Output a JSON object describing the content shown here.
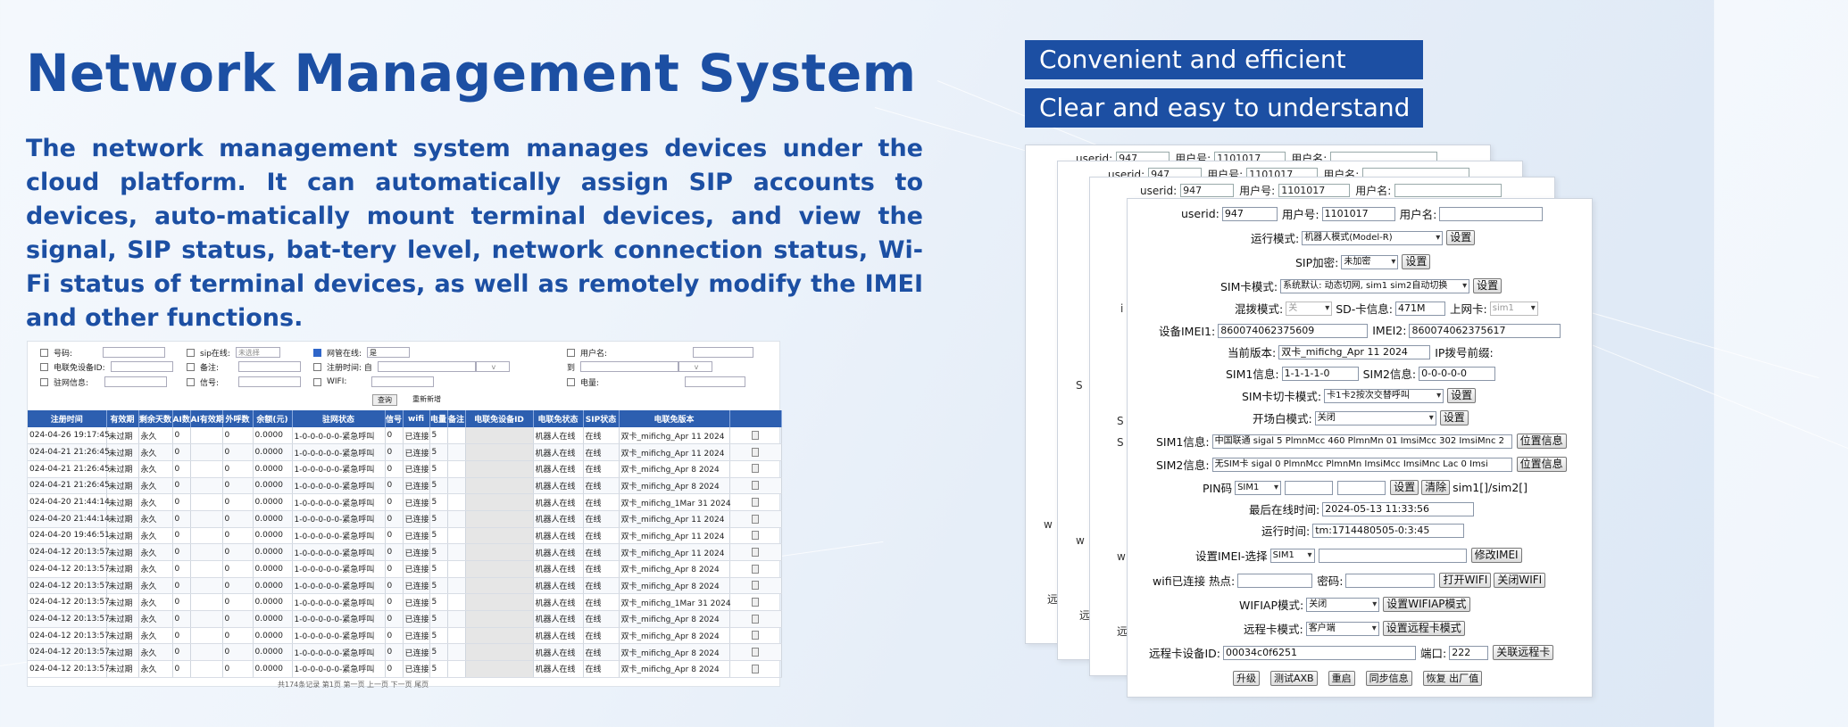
{
  "page": {
    "title": "Network Management System",
    "description": "The network management system manages devices under the cloud platform. It can automatically assign SIP accounts to devices, auto-matically mount terminal devices, and view the signal, SIP status, bat-tery level, network connection status, Wi-Fi status of terminal devices, as well as remotely modify the IMEI and other functions.",
    "tags": [
      "Convenient and efficient",
      "Clear and easy to understand"
    ]
  },
  "colors": {
    "primary": "#1c4fa3",
    "table_header": "#2d5fb0"
  },
  "admin_panel": {
    "filters": {
      "number": "号码:",
      "sip_online": "sip在线:",
      "sip_online_value": "未选择",
      "gateway_online": "网管在线:",
      "gateway_online_value": "是",
      "username": "用户名:",
      "device_id": "电联免设备ID:",
      "remark": "备注:",
      "register_time": "注册时间: 自",
      "to": "到",
      "network_info": "驻网信息:",
      "signal": "信号:",
      "wifi": "WIFI:",
      "battery": "电量:",
      "query": "查询",
      "reset": "重新新增"
    },
    "columns": [
      "注册时间",
      "有效期",
      "剩余天数",
      "AI数",
      "AI有效期",
      "外呼数",
      "余额(元)",
      "驻网状态",
      "信号",
      "wifi",
      "电量",
      "备注",
      "电联免设备ID",
      "电联免状态",
      "SIP状态",
      "电联免版本",
      ""
    ],
    "rows": [
      [
        "024-04-26 19:17:45",
        "未过期",
        "永久",
        "0",
        "",
        "0",
        "0.0000",
        "1-0-0-0-0-0-紧急呼叫",
        "0",
        "已连接",
        "5",
        "",
        "",
        "机器人在线",
        "在线",
        "双卡_mifichg_Apr 11 2024"
      ],
      [
        "024-04-21 21:26:45",
        "未过期",
        "永久",
        "0",
        "",
        "0",
        "0.0000",
        "1-0-0-0-0-0-紧急呼叫",
        "0",
        "已连接",
        "5",
        "",
        "",
        "机器人在线",
        "在线",
        "双卡_mifichg_Apr 11 2024"
      ],
      [
        "024-04-21 21:26:45",
        "未过期",
        "永久",
        "0",
        "",
        "0",
        "0.0000",
        "1-0-0-0-0-0-紧急呼叫",
        "0",
        "已连接",
        "5",
        "",
        "",
        "机器人在线",
        "在线",
        "双卡_mifichg_Apr 8 2024"
      ],
      [
        "024-04-21 21:26:45",
        "未过期",
        "永久",
        "0",
        "",
        "0",
        "0.0000",
        "1-0-0-0-0-0-紧急呼叫",
        "0",
        "已连接",
        "5",
        "",
        "",
        "机器人在线",
        "在线",
        "双卡_mifichg_Apr 8 2024"
      ],
      [
        "024-04-20 21:44:14",
        "未过期",
        "永久",
        "0",
        "",
        "0",
        "0.0000",
        "1-0-0-0-0-0-紧急呼叫",
        "0",
        "已连接",
        "5",
        "",
        "",
        "机器人在线",
        "在线",
        "双卡_mifichg_1Mar 31 2024"
      ],
      [
        "024-04-20 21:44:14",
        "未过期",
        "永久",
        "0",
        "",
        "0",
        "0.0000",
        "1-0-0-0-0-0-紧急呼叫",
        "0",
        "已连接",
        "5",
        "",
        "",
        "机器人在线",
        "在线",
        "双卡_mifichg_Apr 11 2024"
      ],
      [
        "024-04-20 19:46:51",
        "未过期",
        "永久",
        "0",
        "",
        "0",
        "0.0000",
        "1-0-0-0-0-0-紧急呼叫",
        "0",
        "已连接",
        "5",
        "",
        "",
        "机器人在线",
        "在线",
        "双卡_mifichg_Apr 11 2024"
      ],
      [
        "024-04-12 20:13:57",
        "未过期",
        "永久",
        "0",
        "",
        "0",
        "0.0000",
        "1-0-0-0-0-0-紧急呼叫",
        "0",
        "已连接",
        "5",
        "",
        "",
        "机器人在线",
        "在线",
        "双卡_mifichg_Apr 11 2024"
      ],
      [
        "024-04-12 20:13:57",
        "未过期",
        "永久",
        "0",
        "",
        "0",
        "0.0000",
        "1-0-0-0-0-0-紧急呼叫",
        "0",
        "已连接",
        "5",
        "",
        "",
        "机器人在线",
        "在线",
        "双卡_mifichg_Apr 8 2024"
      ],
      [
        "024-04-12 20:13:57",
        "未过期",
        "永久",
        "0",
        "",
        "0",
        "0.0000",
        "1-0-0-0-0-0-紧急呼叫",
        "0",
        "已连接",
        "5",
        "",
        "",
        "机器人在线",
        "在线",
        "双卡_mifichg_Apr 8 2024"
      ],
      [
        "024-04-12 20:13:57",
        "未过期",
        "永久",
        "0",
        "",
        "0",
        "0.0000",
        "1-0-0-0-0-0-紧急呼叫",
        "0",
        "已连接",
        "5",
        "",
        "",
        "机器人在线",
        "在线",
        "双卡_mifichg_1Mar 31 2024"
      ],
      [
        "024-04-12 20:13:57",
        "未过期",
        "永久",
        "0",
        "",
        "0",
        "0.0000",
        "1-0-0-0-0-0-紧急呼叫",
        "0",
        "已连接",
        "5",
        "",
        "",
        "机器人在线",
        "在线",
        "双卡_mifichg_Apr 8 2024"
      ],
      [
        "024-04-12 20:13:57",
        "未过期",
        "永久",
        "0",
        "",
        "0",
        "0.0000",
        "1-0-0-0-0-0-紧急呼叫",
        "0",
        "已连接",
        "5",
        "",
        "",
        "机器人在线",
        "在线",
        "双卡_mifichg_Apr 8 2024"
      ],
      [
        "024-04-12 20:13:57",
        "未过期",
        "永久",
        "0",
        "",
        "0",
        "0.0000",
        "1-0-0-0-0-0-紧急呼叫",
        "0",
        "已连接",
        "5",
        "",
        "",
        "机器人在线",
        "在线",
        "双卡_mifichg_Apr 8 2024"
      ],
      [
        "024-04-12 20:13:57",
        "未过期",
        "永久",
        "0",
        "",
        "0",
        "0.0000",
        "1-0-0-0-0-0-紧急呼叫",
        "0",
        "已连接",
        "5",
        "",
        "",
        "机器人在线",
        "在线",
        "双卡_mifichg_Apr 8 2024"
      ]
    ],
    "pager": "共174条记录 第1页 第一页 上一页 下一页 尾页"
  },
  "device_form": {
    "userid_label": "userid:",
    "userid": "947",
    "account_label": "用户号:",
    "account": "1101017",
    "username_label": "用户名:",
    "username": "",
    "run_mode_label": "运行模式:",
    "run_mode": "机器人模式(Model-R)",
    "sip_encrypt_label": "SIP加密:",
    "sip_encrypt": "未加密",
    "sim_mode_label": "SIM卡模式:",
    "sim_mode": "系统默认: 动态切网, sim1 sim2自动切换",
    "dial_mode_label": "混拨模式:",
    "dial_mode": "关",
    "sd_label": "SD-卡信息:",
    "sd": "471M",
    "net_card_label": "上网卡:",
    "net_card": "sim1",
    "imei1_label": "设备IMEI1:",
    "imei1": "860074062375609",
    "imei2_label": "IMEI2:",
    "imei2": "860074062375617",
    "version_label": "当前版本:",
    "version": "双卡_mifichg_Apr 11 2024",
    "ip_prefix_label": "IP拨号前缀:",
    "sim1_info_label": "SIM1信息:",
    "sim1_info": "1-1-1-1-0",
    "sim2_info_label": "SIM2信息:",
    "sim2_info": "0-0-0-0-0",
    "sim_switch_label": "SIM卡切卡模式:",
    "sim_switch": "卡1卡2按次交替呼叫",
    "whitelist_label": "开场白模式:",
    "whitelist": "关闭",
    "sim1_detail_label": "SIM1信息:",
    "sim1_detail": "中国联通 sigal 5 PlmnMcc 460 PlmnMn 01 ImsiMcc 302 ImsiMnc 2",
    "sim2_detail_label": "SIM2信息:",
    "sim2_detail": "无SIM卡 sigal 0 PlmnMcc  PlmnMn  ImsiMcc  ImsiMnc  Lac 0 Imsi",
    "location_btn": "位置信息",
    "pin_label": "PIN码",
    "pin_sim": "SIM1",
    "clear_btn": "清除",
    "pin_suffix": "sim1[]/sim2[]",
    "last_online_label": "最后在线时间:",
    "last_online": "2024-05-13 11:33:56",
    "run_time_label": "运行时间:",
    "run_time": "tm:1714480505-0:3:45",
    "set_imei_label": "设置IMEI-选择",
    "set_imei_sim": "SIM1",
    "modify_imei_btn": "修改IMEI",
    "wifi_label": "wifi已连接  热点:",
    "password_label": "密码:",
    "open_wifi_btn": "打开WIFI",
    "close_wifi_btn": "关闭WIFI",
    "wifiap_label": "WIFIAP模式:",
    "wifiap": "关闭",
    "wifiap_btn": "设置WIFIAP模式",
    "remote_mode_label": "远程卡模式:",
    "remote_mode": "客户端",
    "remote_mode_btn": "设置远程卡模式",
    "remote_id_label": "远程卡设备ID:",
    "remote_id": "00034c0f6251",
    "port_label": "端口:",
    "port": "222",
    "link_btn": "关联远程卡",
    "set_btn": "设置",
    "bottom_buttons": [
      "升级",
      "测试AXB",
      "重启",
      "同步信息",
      "恢复 出厂值"
    ]
  }
}
